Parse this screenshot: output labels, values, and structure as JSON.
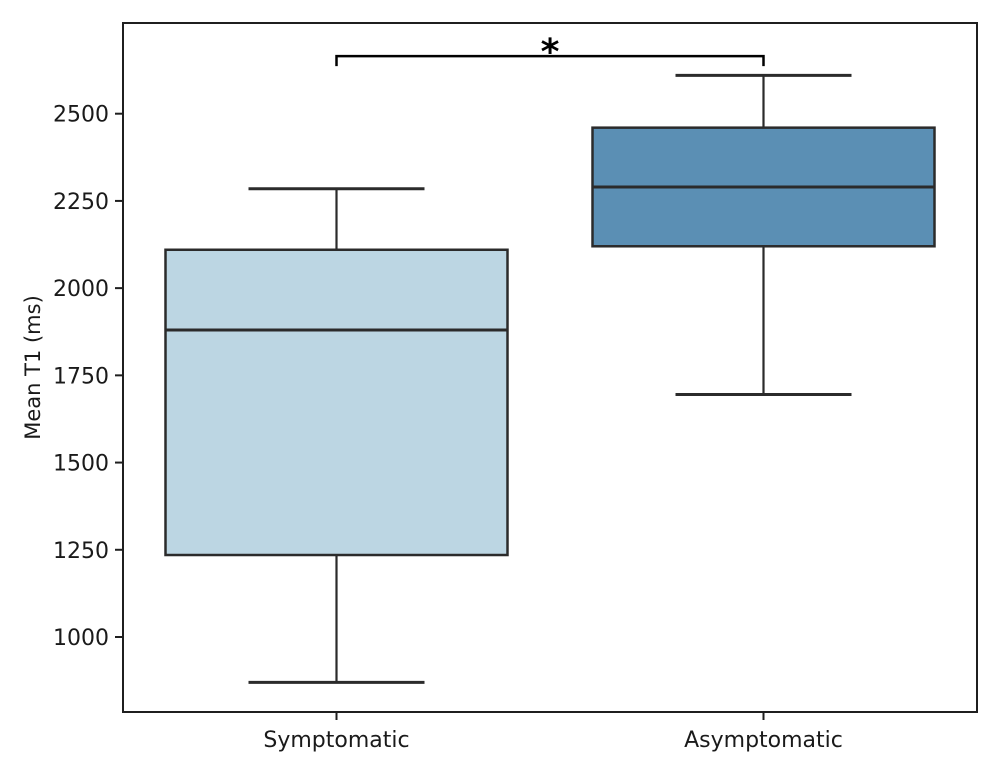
{
  "figure": {
    "background": "#ffffff",
    "spine_color": "#1f1f1f",
    "line_color": "#2b2b2b",
    "text_color": "#1a1a1a"
  },
  "chart_data": {
    "type": "box",
    "title": "",
    "xlabel": "",
    "ylabel": "Mean T1 (ms)",
    "categories": [
      "Symptomatic",
      "Asymptomatic"
    ],
    "series": [
      {
        "name": "Symptomatic",
        "whisker_low": 870,
        "q1": 1235,
        "median": 1880,
        "q3": 2110,
        "whisker_high": 2285,
        "fill": "#bcd6e3"
      },
      {
        "name": "Asymptomatic",
        "whisker_low": 1695,
        "q1": 2120,
        "median": 2290,
        "q3": 2460,
        "whisker_high": 2610,
        "fill": "#5b8fb4"
      }
    ],
    "y_ticks": [
      1000,
      1250,
      1500,
      1750,
      2000,
      2250,
      2500
    ],
    "ylim": [
      785,
      2760
    ],
    "grid": false,
    "legend": null,
    "annotation": {
      "text": "*",
      "from": "Symptomatic",
      "to": "Asymptomatic",
      "line_y": 2665
    }
  }
}
